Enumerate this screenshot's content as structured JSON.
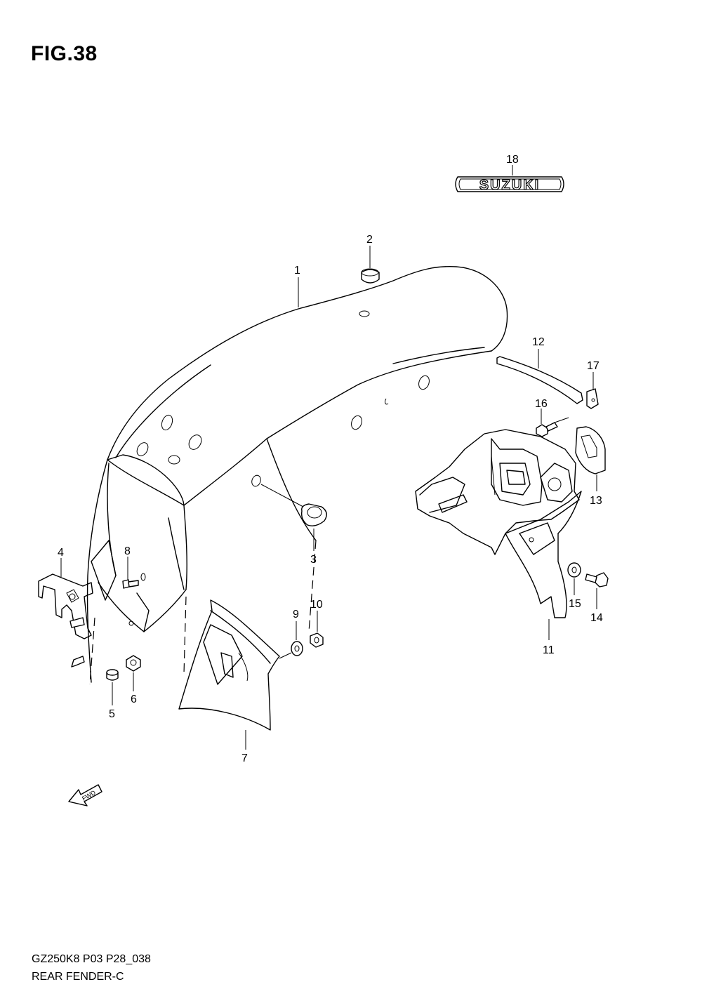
{
  "title": "FIG.38",
  "footer": {
    "code": "GZ250K8 P03 P28_038",
    "name": "REAR FENDER-C"
  },
  "emblem_text": "SUZUKI",
  "fwd_text": "FWD",
  "callouts": [
    "1",
    "2",
    "3",
    "4",
    "5",
    "6",
    "7",
    "8",
    "9",
    "10",
    "11",
    "12",
    "13",
    "14",
    "15",
    "16",
    "17",
    "18"
  ]
}
